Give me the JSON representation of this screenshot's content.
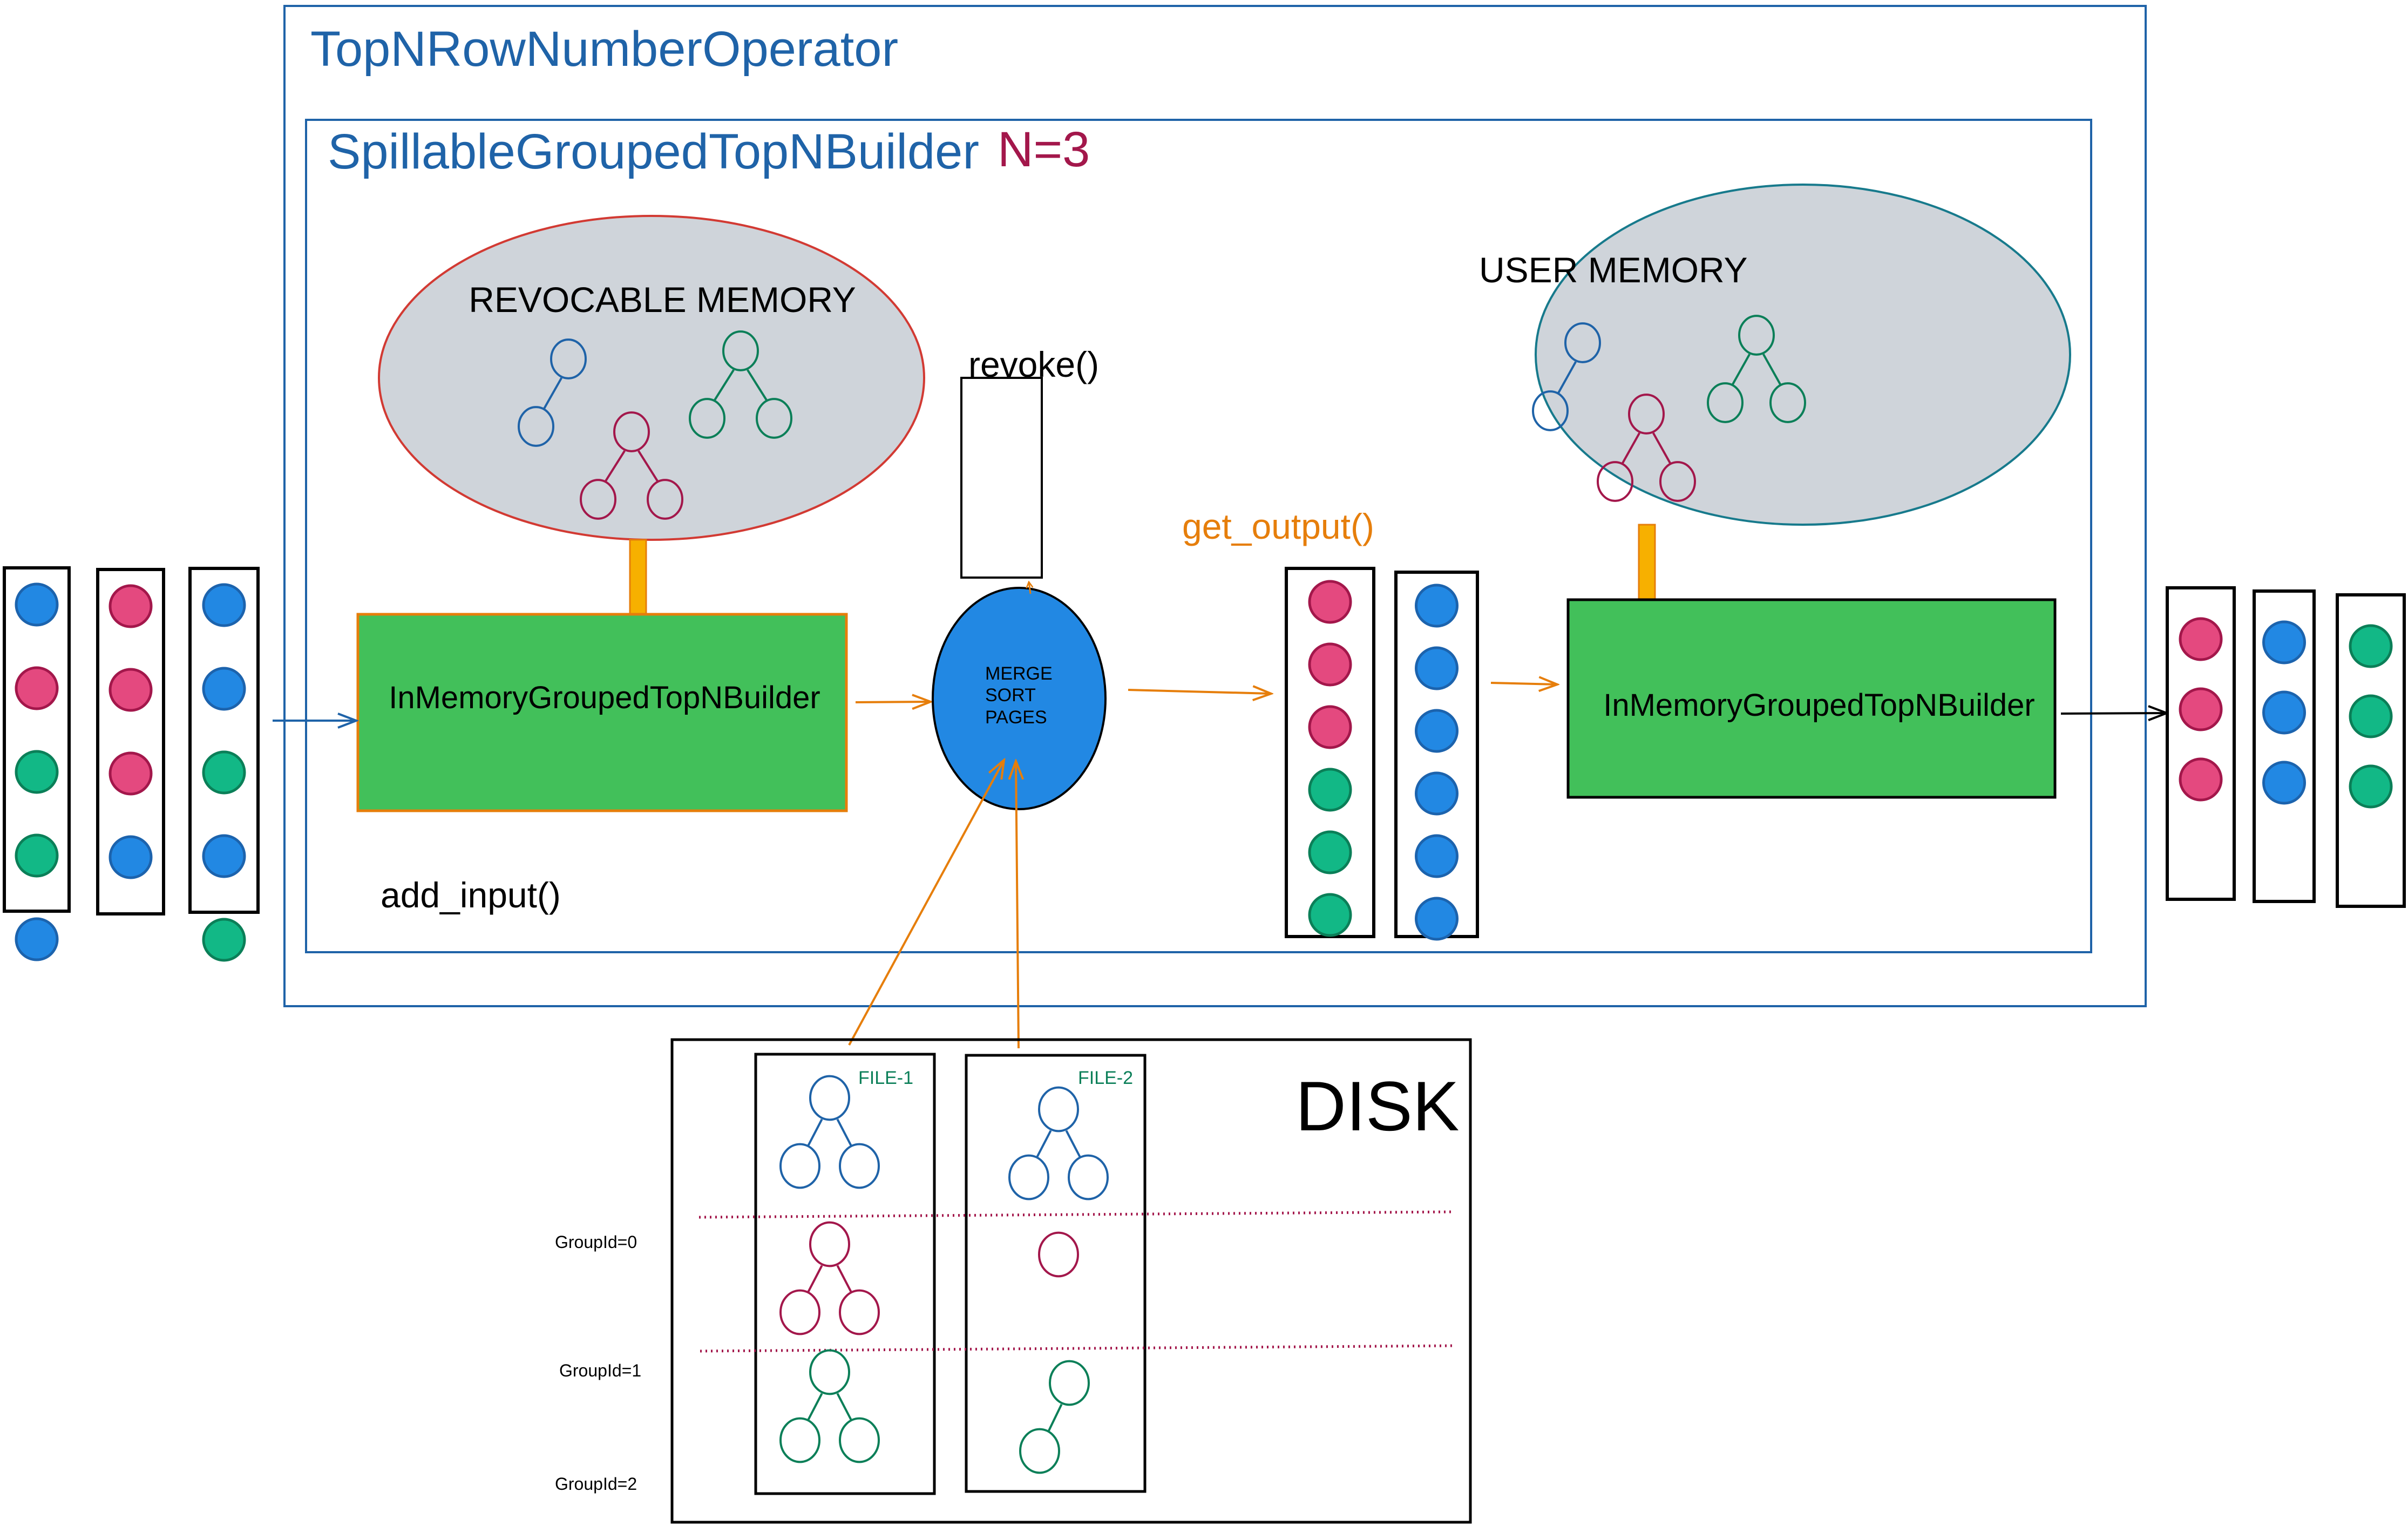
{
  "diagram": {
    "operator_title": "TopNRowNumberOperator",
    "builder_title": "SpillableGroupedTopNBuilder",
    "n_label": "N=3",
    "revocable_memory_label": "REVOCABLE MEMORY",
    "user_memory_label": "USER MEMORY",
    "inmemory_builder_left_label": "InMemoryGroupedTopNBuilder",
    "inmemory_builder_right_label": "InMemoryGroupedTopNBuilder",
    "merge_label_lines": [
      "MERGE",
      "SORT",
      "PAGES"
    ],
    "revoke_label": "revoke()",
    "get_output_label": "get_output()",
    "add_input_label": "add_input()",
    "disk_label": "DISK",
    "files": [
      "FILE-1",
      "FILE-2"
    ],
    "group_labels": [
      "GroupId=0",
      "GroupId=1",
      "GroupId=2"
    ]
  },
  "colors": {
    "frame_blue": "#1f63a8",
    "title_blue": "#1f63a8",
    "n_label": "#a3174b",
    "orange": "#e67e0b",
    "builder_green": "#42c05a",
    "connector_amber": "#f7b000",
    "memory_fill": "#cfd4da",
    "revocable_border": "#d23a33",
    "user_border": "#177a8c",
    "merge_fill": "#2288e3",
    "dot_blue": "#2288e3",
    "dot_blue_stroke": "#1c63ad",
    "dot_pink": "#e4497f",
    "dot_pink_stroke": "#a3174b",
    "dot_green": "#12b886",
    "dot_green_stroke": "#0b7f58",
    "tree_blue": "#1f63a8",
    "tree_red": "#a3174b",
    "tree_green": "#0b7f58",
    "file_label": "#0b7f58",
    "group_divider": "#a3174b"
  },
  "input_pages": [
    [
      "blue",
      "pink",
      "green",
      "green",
      "blue"
    ],
    [
      "pink",
      "pink",
      "pink",
      "blue"
    ],
    [
      "blue",
      "blue",
      "green",
      "blue",
      "green"
    ]
  ],
  "merged_pages": [
    [
      "pink",
      "pink",
      "pink",
      "green",
      "green",
      "green"
    ],
    [
      "blue",
      "blue",
      "blue",
      "blue",
      "blue",
      "blue"
    ]
  ],
  "output_pages": [
    [
      "pink",
      "pink",
      "pink"
    ],
    [
      "blue",
      "blue",
      "blue"
    ],
    [
      "green",
      "green",
      "green"
    ]
  ],
  "revocable_trees": [
    {
      "color": "blue",
      "shape": "chain"
    },
    {
      "color": "red",
      "shape": "full"
    },
    {
      "color": "green",
      "shape": "full"
    }
  ],
  "user_trees": [
    {
      "color": "blue",
      "shape": "chain"
    },
    {
      "color": "red",
      "shape": "full"
    },
    {
      "color": "green",
      "shape": "full"
    }
  ],
  "disk_files": [
    {
      "name": "FILE-1",
      "groups": [
        {
          "color": "blue",
          "shape": "full"
        },
        {
          "color": "red",
          "shape": "full"
        },
        {
          "color": "green",
          "shape": "full"
        }
      ]
    },
    {
      "name": "FILE-2",
      "groups": [
        {
          "color": "blue",
          "shape": "full"
        },
        {
          "color": "red",
          "shape": "single"
        },
        {
          "color": "green",
          "shape": "chain"
        }
      ]
    }
  ]
}
